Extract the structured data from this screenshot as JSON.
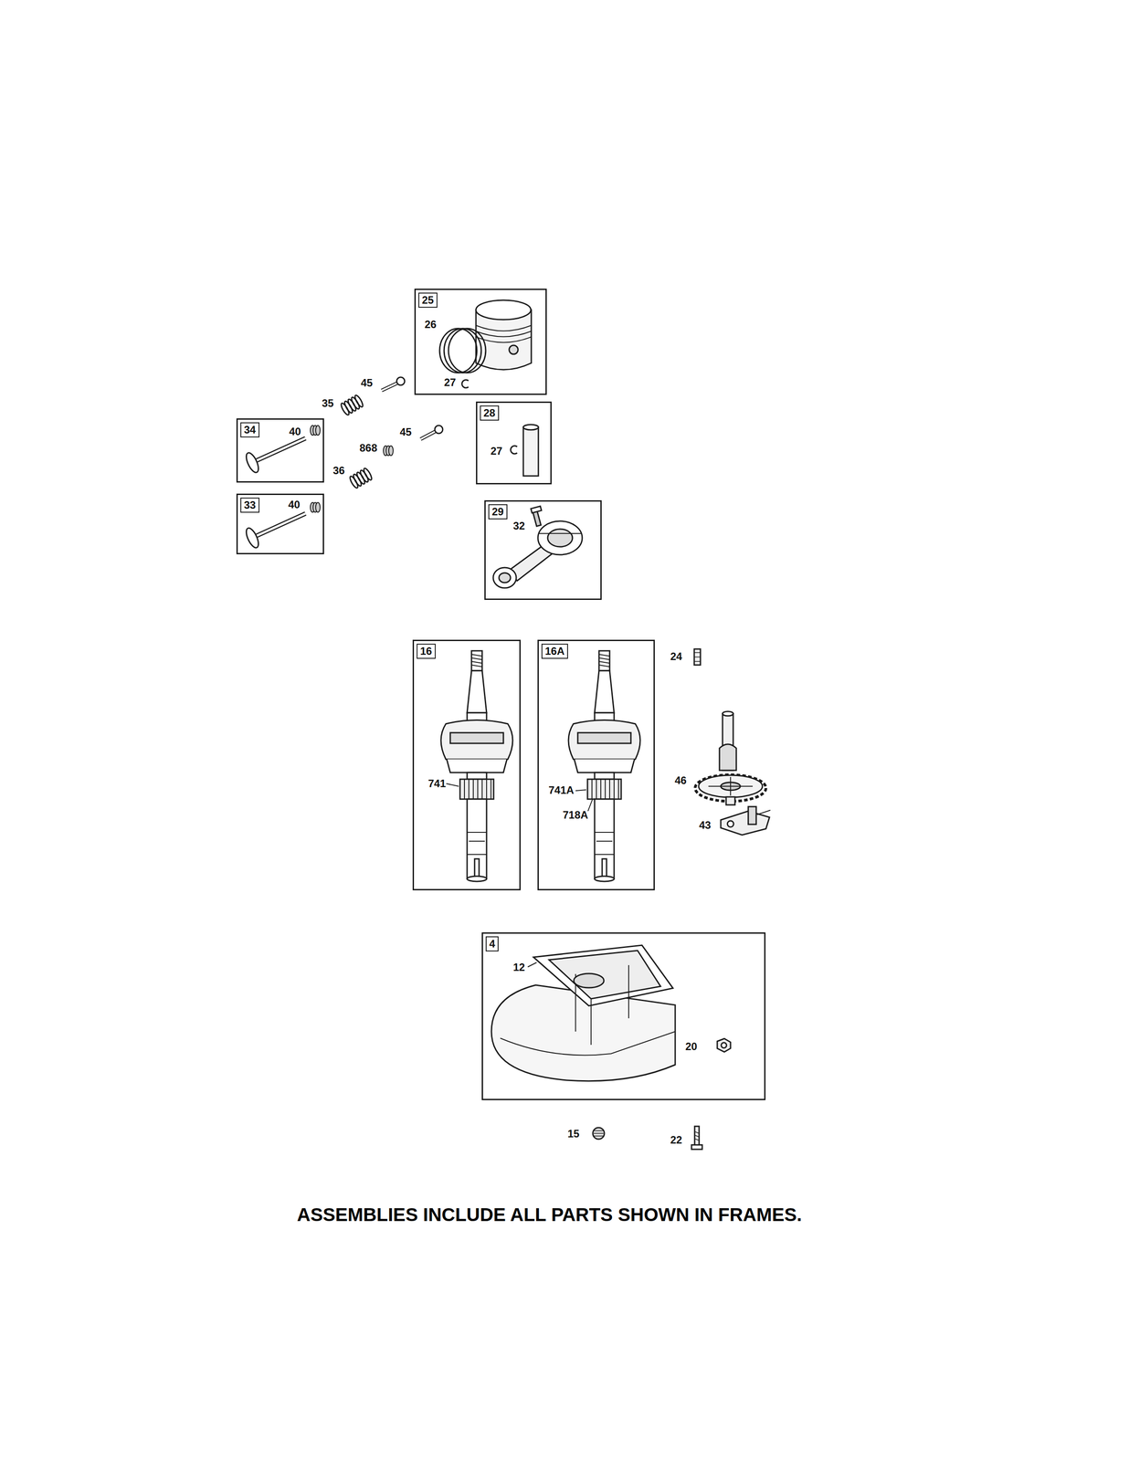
{
  "diagram": {
    "caption": "ASSEMBLIES INCLUDE ALL PARTS SHOWN IN FRAMES.",
    "nodes": [
      {
        "text": [
          "25",
          "26",
          "27"
        ]
      },
      {
        "text": [
          "28",
          "27"
        ]
      },
      {
        "text": [
          "34",
          "40"
        ]
      },
      {
        "text": [
          "33",
          "40"
        ]
      },
      {
        "text": [
          "29",
          "32"
        ]
      },
      {
        "text": [
          "16",
          "741"
        ]
      },
      {
        "text": [
          "16A",
          "741A",
          "718A"
        ]
      },
      {
        "text": [
          "4",
          "12",
          "20"
        ]
      }
    ],
    "labels": [
      "45",
      "35",
      "45",
      "868",
      "36",
      "24",
      "46",
      "43",
      "15",
      "22"
    ]
  }
}
